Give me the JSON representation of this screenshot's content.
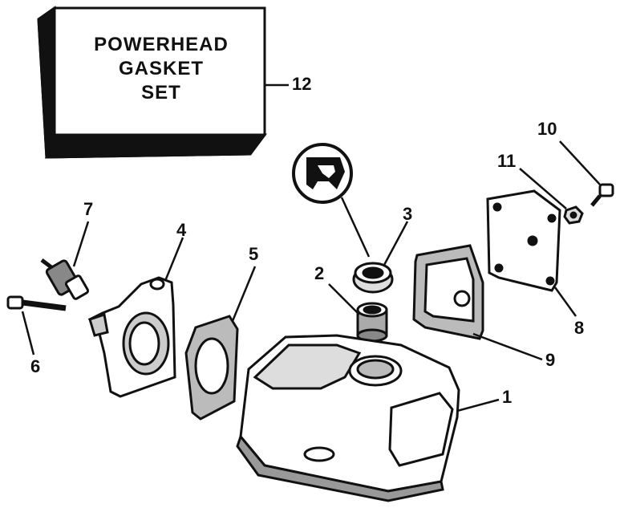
{
  "gasket_box": {
    "line1": "POWERHEAD",
    "line2": "GASKET",
    "line3": "SET"
  },
  "callouts": {
    "c1": "1",
    "c2": "2",
    "c3": "3",
    "c4": "4",
    "c5": "5",
    "c6": "6",
    "c7": "7",
    "c8": "8",
    "c9": "9",
    "c10": "10",
    "c11": "11",
    "c12": "12"
  }
}
